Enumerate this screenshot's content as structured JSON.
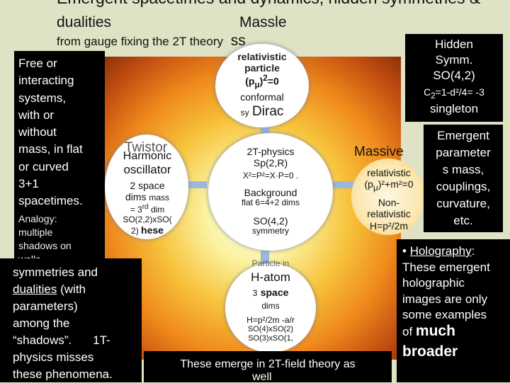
{
  "title": {
    "line1": "Emergent spacetimes and dynamics, hidden symmetries &",
    "line2_left": "dualities",
    "line2_right": "Massle",
    "sub_text": "from gauge fixing the 2T theory",
    "sub_tail": "ss"
  },
  "left_panel": {
    "lines": [
      "Free or",
      "interacting",
      "systems,",
      "with or",
      "without",
      "mass, in flat",
      "or curved",
      "3+1",
      "spacetimes."
    ],
    "analogy_lines": [
      "Analogy:",
      "multiple",
      "shadows on",
      "walls."
    ]
  },
  "left_lower": {
    "lines": [
      "symmetries and",
      "dualities",
      "(with",
      "parameters)",
      "among the",
      "“shadows”.",
      "1T-",
      "physics misses",
      "these phenomena."
    ]
  },
  "top_node": {
    "l1": "relativistic",
    "l2": "particle",
    "l3": "(p",
    "l3_sub": "μ",
    "l3_tail": ")",
    "l3_sup": "2",
    "l3_end": "=0",
    "l4": "conformal",
    "l5_prefix": "sy",
    "l5": "Dirac"
  },
  "left_node": {
    "overlap": "Twistor",
    "l1": "Harmonic",
    "l2": "oscillator",
    "l3": "2 space",
    "l4": "dims",
    "l4_tail": "mass",
    "l5": "= 3",
    "l5_sup": "rd",
    "l5_tail": " dim",
    "l6": "SO(2,2)xSO(",
    "l7": "2)",
    "l7_tail": "hese"
  },
  "center": {
    "l1": "2T-physics",
    "l2": "Sp(2,R)",
    "l3": "X²=P²=X·P=0 .",
    "l4": "Background",
    "l5": "flat 6=4+2 dims",
    "l6": "SO(4,2)",
    "l7": "symmetry"
  },
  "bottom_node": {
    "l0": "Particle in",
    "l1": "H-atom",
    "l2_num": "3",
    "l2": "space",
    "l3": "dims",
    "l4": "H=p²/2m -a/r",
    "l5": "SO(4)xSO(2)",
    "l6": "SO(3)xSO(1,"
  },
  "right_node": {
    "head": "Massive",
    "l1": "relativistic",
    "l2": "(p",
    "l2_sub": "μ",
    "l2_tail": ")²+m²=0",
    "l3": "Non-",
    "l4": "relativistic",
    "l5": "H=p²/2m"
  },
  "hidden_box": {
    "lines": [
      "Hidden",
      "Symm.",
      "SO(4,2)"
    ],
    "casimir": "C",
    "casimir_sub": "2",
    "casimir_tail": "=1-d²/4= -3",
    "singleton": "singleton"
  },
  "emergent_box": {
    "lines": [
      "Emergent",
      "parameter",
      "s mass,",
      "couplings,",
      "curvature,",
      "etc."
    ]
  },
  "holography_box": {
    "bullet": "•",
    "head": "Holography",
    "colon": ":",
    "lines": [
      "These emergent",
      "holographic",
      "images are only",
      "some examples",
      "of"
    ],
    "big1": "much",
    "big2": "broader"
  },
  "bottom_band": {
    "text": "These emerge in 2T-field theory as",
    "tail": "well"
  }
}
